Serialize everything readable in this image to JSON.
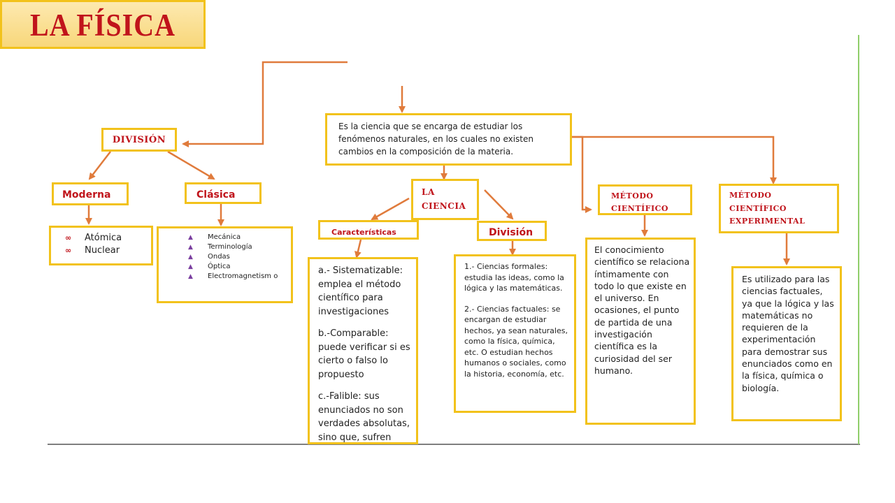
{
  "title": "LA FÍSICA",
  "definition": "Es la ciencia que se encarga de estudiar los fenómenos naturales, en los cuales no existen cambios en la composición de la materia.",
  "division_left": {
    "label": "DIVISIÓN",
    "moderna": {
      "label": "Moderna",
      "items": [
        "Atómica",
        "Nuclear"
      ]
    },
    "clasica": {
      "label": "Clásica",
      "items": [
        "Mecánica",
        "Terminología",
        "Ondas",
        "Óptica",
        "Electromagnetism o"
      ]
    }
  },
  "la_ciencia": {
    "label": "LA CIENCIA",
    "caracteristicas": {
      "label": "Características",
      "items": [
        "a.- Sistematizable: emplea el método científico para investigaciones",
        "b.-Comparable: puede verificar si es cierto o falso lo propuesto",
        "c.-Falible: sus enunciados no son verdades absolutas, sino que, sufren modificaciones."
      ]
    },
    "division": {
      "label": "División",
      "items": [
        "1.- Ciencias formales: estudia las ideas, como la lógica y las matemáticas.",
        "2.- Ciencias factuales: se encargan de estudiar hechos, ya sean naturales, como la física, química, etc. O estudian hechos humanos o sociales, como la historia, economía, etc."
      ]
    }
  },
  "metodo_cientifico": {
    "label": "MÉTODO CIENTÍFICO",
    "text": "El conocimiento científico se relaciona íntimamente con todo lo que existe en el universo. En ocasiones, el punto de partida de una investigación científica es la curiosidad del ser humano."
  },
  "metodo_experimental": {
    "label": "MÉTODO CIENTÍFICO EXPERIMENTAL",
    "text": "Es utilizado para las ciencias factuales, ya que la lógica y las matemáticas no requieren de la experimentación para demostrar sus enunciados como en la física, química o biología."
  },
  "colors": {
    "border": "#f2c21b",
    "arrow": "#e07b3c",
    "title": "#c0141b",
    "frame_line": "#8fce6a"
  }
}
